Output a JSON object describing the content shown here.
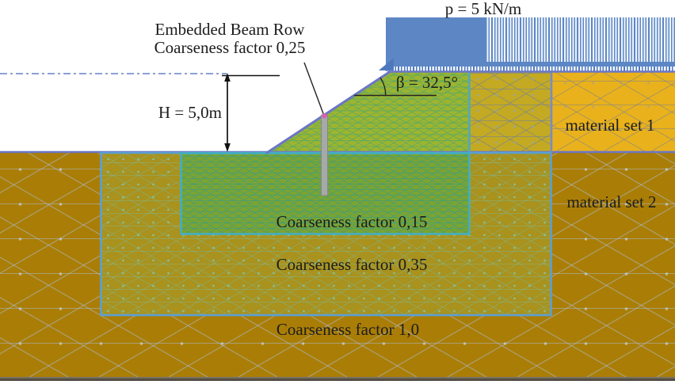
{
  "labels": {
    "embedded_beam": {
      "line1": "Embedded Beam Row",
      "line2": "Coarseness factor 0,25"
    },
    "surcharge_load": "p = 5 kN/m",
    "slope_angle": "β = 32,5°",
    "embankment_height": "H = 5,0m",
    "material_set_1": "material set 1",
    "material_set_2": "material set 2",
    "coarseness_015": "Coarseness factor 0,15",
    "coarseness_035": "Coarseness factor 0,35",
    "coarseness_10": "Coarseness factor 1,0"
  },
  "colors": {
    "load": "#5D87C4",
    "load_dark": "#4E79BC",
    "material1": "#E9B21C",
    "material2": "#AA7E06",
    "midzone": "#C4AA22",
    "embankment": "#9DB52E",
    "cf035": "#A9921D",
    "cf015": "#7CA432",
    "border_blue": "#5B9FD4",
    "border_teal": "#44AEC2",
    "surface": "#6B76C6",
    "dash": "#8C9FD8",
    "pile": "#A6AAA7",
    "pile_tip": "#D95FB1",
    "bottom_band": "#3C382E",
    "text": "#1C1C1C"
  }
}
